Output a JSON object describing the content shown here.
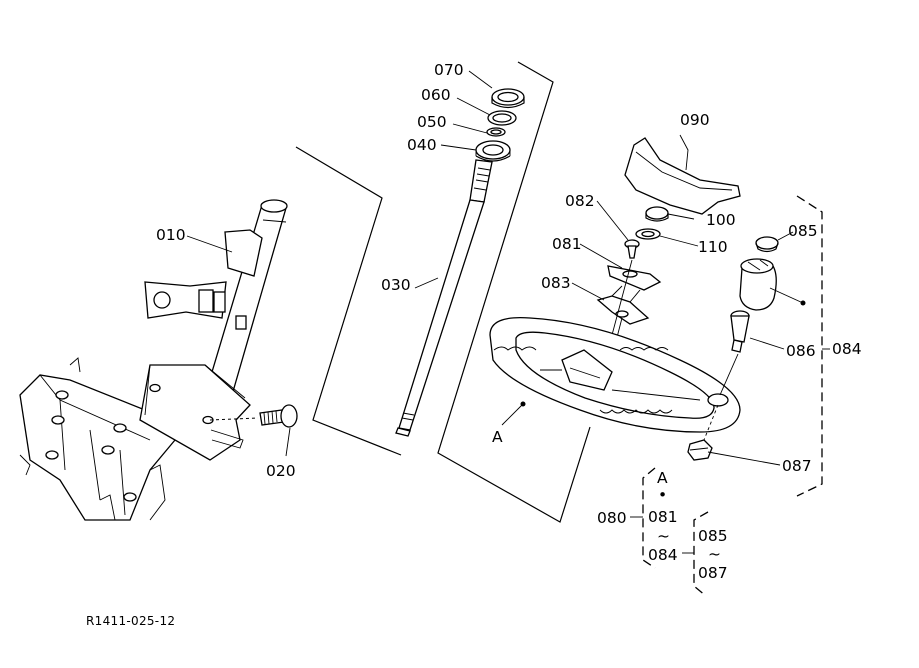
{
  "labels": {
    "p010": "010",
    "p020": "020",
    "p030": "030",
    "p040": "040",
    "p050": "050",
    "p060": "060",
    "p070": "070",
    "p081": "081",
    "p082": "082",
    "p083": "083",
    "p084": "084",
    "p085": "085",
    "p086": "086",
    "p087": "087",
    "p090": "090",
    "p100": "100",
    "p110": "110",
    "ref_a_wheel": "A"
  },
  "legend": {
    "group": "080",
    "ref_a": "A",
    "dot": "•",
    "range1_from": "081",
    "range1_to": "084",
    "range2_from": "085",
    "range2_to": "087",
    "tilde": "~"
  },
  "drawing_number": "R1411-025-12"
}
